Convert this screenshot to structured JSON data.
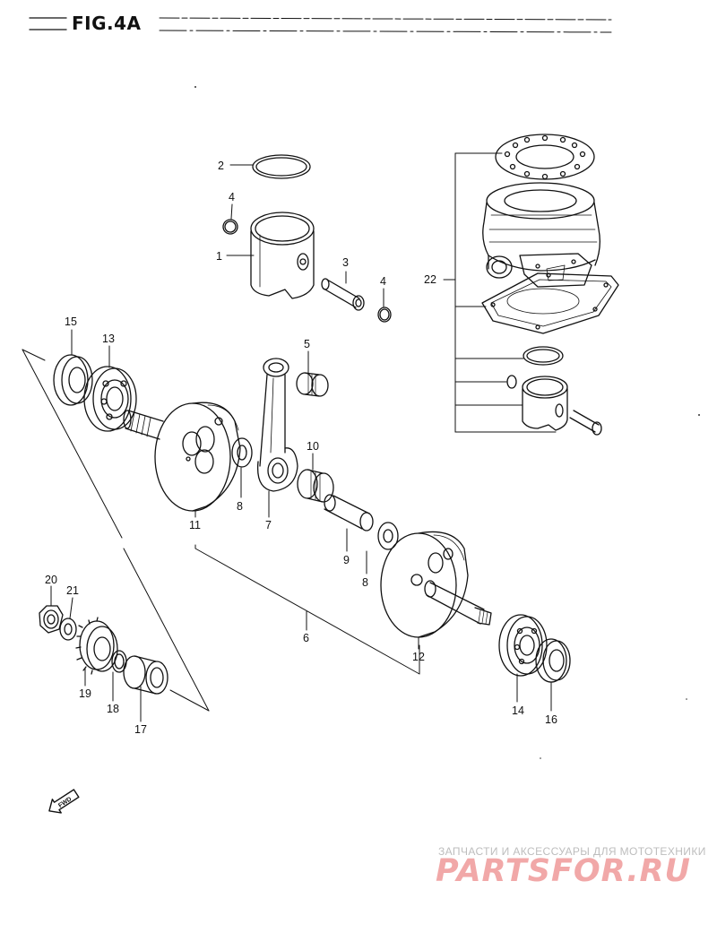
{
  "figure": {
    "title": "FIG.4A"
  },
  "watermark": {
    "tagline": "ЗАПЧАСТИ И АКСЕССУАРЫ ДЛЯ МОТОТЕХНИКИ",
    "logo": "PARTSFOR.RU"
  },
  "forward_badge": "FWD",
  "callouts": {
    "c1": "1",
    "c2": "2",
    "c3": "3",
    "c4a": "4",
    "c4b": "4",
    "c5": "5",
    "c6": "6",
    "c7": "7",
    "c8a": "8",
    "c8b": "8",
    "c9": "9",
    "c10": "10",
    "c11": "11",
    "c12": "12",
    "c13": "13",
    "c14": "14",
    "c15": "15",
    "c16": "16",
    "c17": "17",
    "c18": "18",
    "c19": "19",
    "c20": "20",
    "c21": "21",
    "c22": "22"
  },
  "colors": {
    "line": "#111111",
    "watermark_logo": "#f1a8a8",
    "watermark_text": "#bdbdbd"
  }
}
